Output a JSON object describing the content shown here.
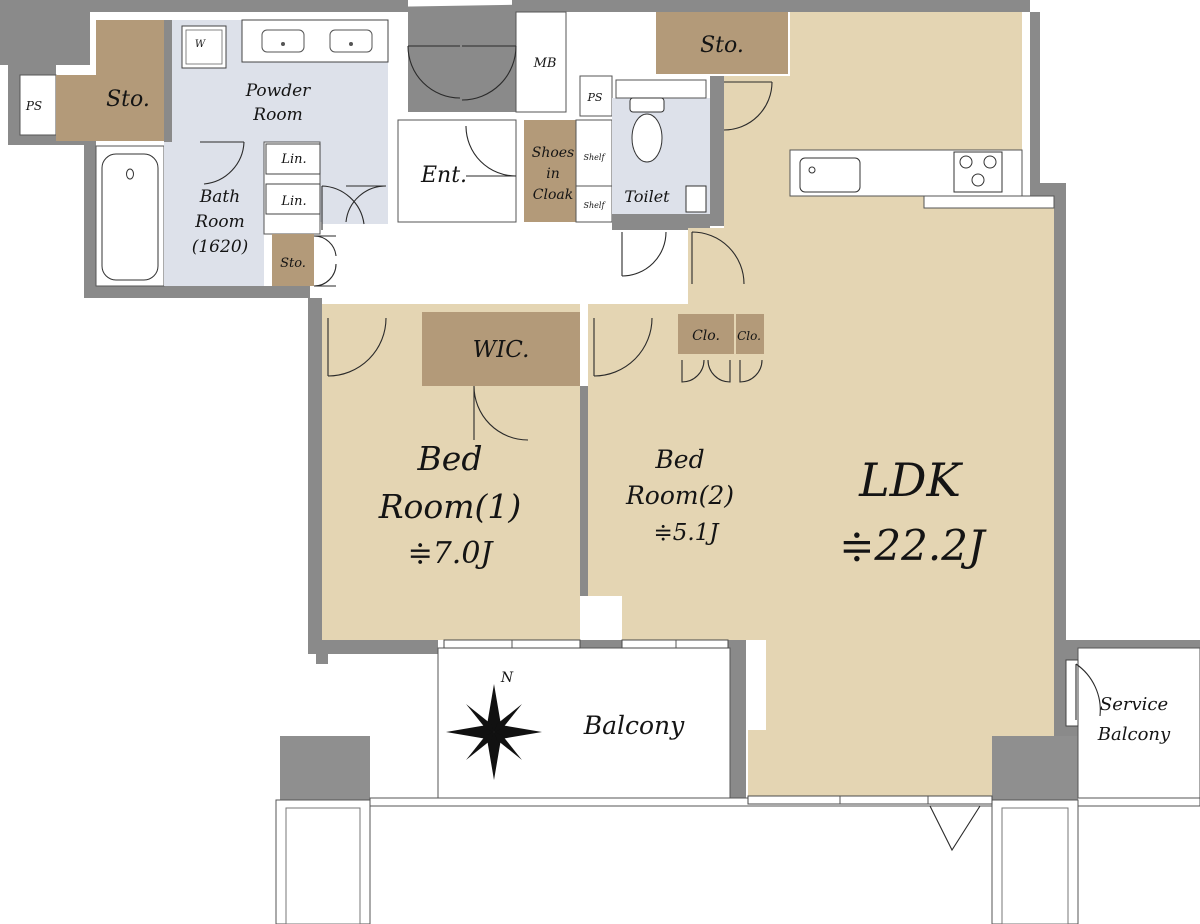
{
  "floor_plan": {
    "colors": {
      "wall": "#8a8a8a",
      "room_fill": "#e4d5b3",
      "storage_fill": "#b39a79",
      "wet_room_fill": "#dde1ea",
      "corridor_fill": "#ffffff"
    },
    "labels": {
      "ps_left": "PS",
      "storage_upper_left": "Sto.",
      "washer": "W",
      "powder_room_1": "Powder",
      "powder_room_2": "Room",
      "linen_1": "Lin.",
      "linen_2": "Lin.",
      "bath_room_1": "Bath",
      "bath_room_2": "Room",
      "bath_room_3": "(1620)",
      "storage_bath": "Sto.",
      "entrance": "Ent.",
      "meter_box": "MB",
      "ps_toilet": "PS",
      "shoes_cloak_1": "Shoes",
      "shoes_cloak_2": "in",
      "shoes_cloak_3": "Cloak",
      "shelf_1": "Shelf",
      "shelf_2": "Shelf",
      "toilet": "Toilet",
      "storage_ldk": "Sto.",
      "wic": "WIC.",
      "closet_1": "Clo.",
      "closet_2": "Clo.",
      "bedroom1_line1": "Bed",
      "bedroom1_line2": "Room(1)",
      "bedroom1_area": "≑7.0J",
      "bedroom2_line1": "Bed",
      "bedroom2_line2": "Room(2)",
      "bedroom2_area": "≑5.1J",
      "ldk_name": "LDK",
      "ldk_area": "≑22.2J",
      "balcony": "Balcony",
      "service_balcony_1": "Service",
      "service_balcony_2": "Balcony",
      "compass_north": "N"
    }
  }
}
